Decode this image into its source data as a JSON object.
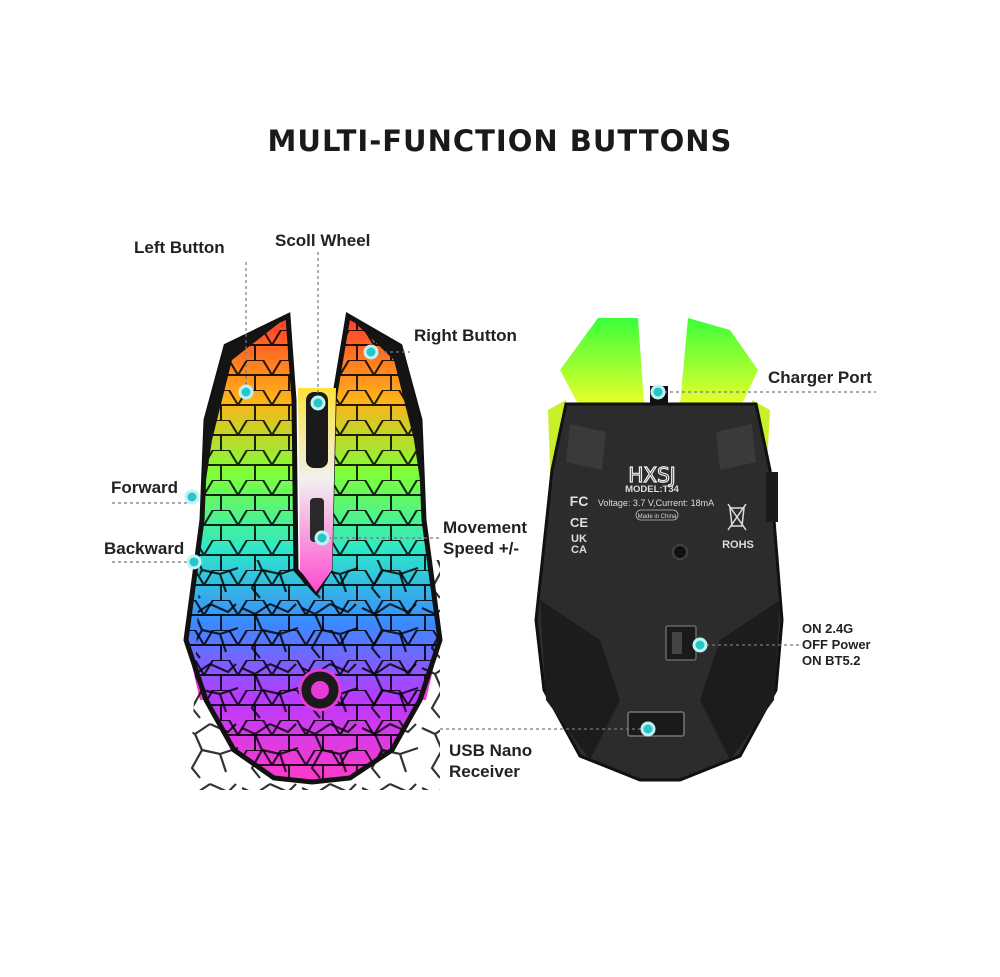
{
  "title": "MULTI-FUNCTION BUTTONS",
  "labels": {
    "left_button": "Left Button",
    "scroll_wheel": "Scoll Wheel",
    "right_button": "Right Button",
    "forward": "Forward",
    "backward": "Backward",
    "movement_line1": "Movement",
    "movement_line2": "Speed +/-",
    "charger_port": "Charger Port",
    "power_line1": "ON 2.4G",
    "power_line2": "OFF Power",
    "power_line3": "ON BT5.2",
    "usb_line1": "USB Nano",
    "usb_line2": "Receiver"
  },
  "bottom_plate": {
    "brand": "HXSJ",
    "model": "MODEL:T34",
    "voltage": "Voltage: 3.7 V,Current: 18mA",
    "made_in": "Made in China",
    "cert_fc": "FC",
    "cert_ce": "CE",
    "cert_uk": "UK",
    "cert_ca": "CA",
    "rohs": "ROHS"
  },
  "colors": {
    "marker": "#27c4c8",
    "mouse_body": "#141414",
    "bottom_body": "#2c2c2c",
    "led_green": "#b8f02a",
    "led_purple": "#c23ad8"
  }
}
